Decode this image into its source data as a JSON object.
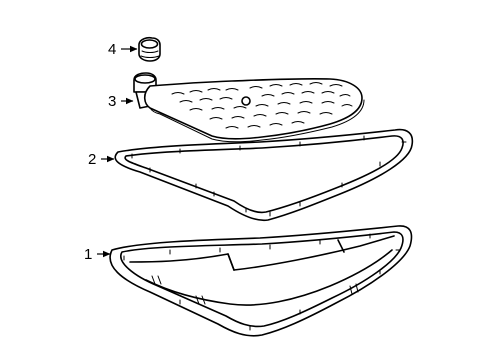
{
  "diagram": {
    "callouts": [
      {
        "id": "callout-4",
        "label": "4",
        "part": "seal"
      },
      {
        "id": "callout-3",
        "label": "3",
        "part": "filter"
      },
      {
        "id": "callout-2",
        "label": "2",
        "part": "gasket"
      },
      {
        "id": "callout-1",
        "label": "1",
        "part": "oil-pan"
      }
    ]
  }
}
